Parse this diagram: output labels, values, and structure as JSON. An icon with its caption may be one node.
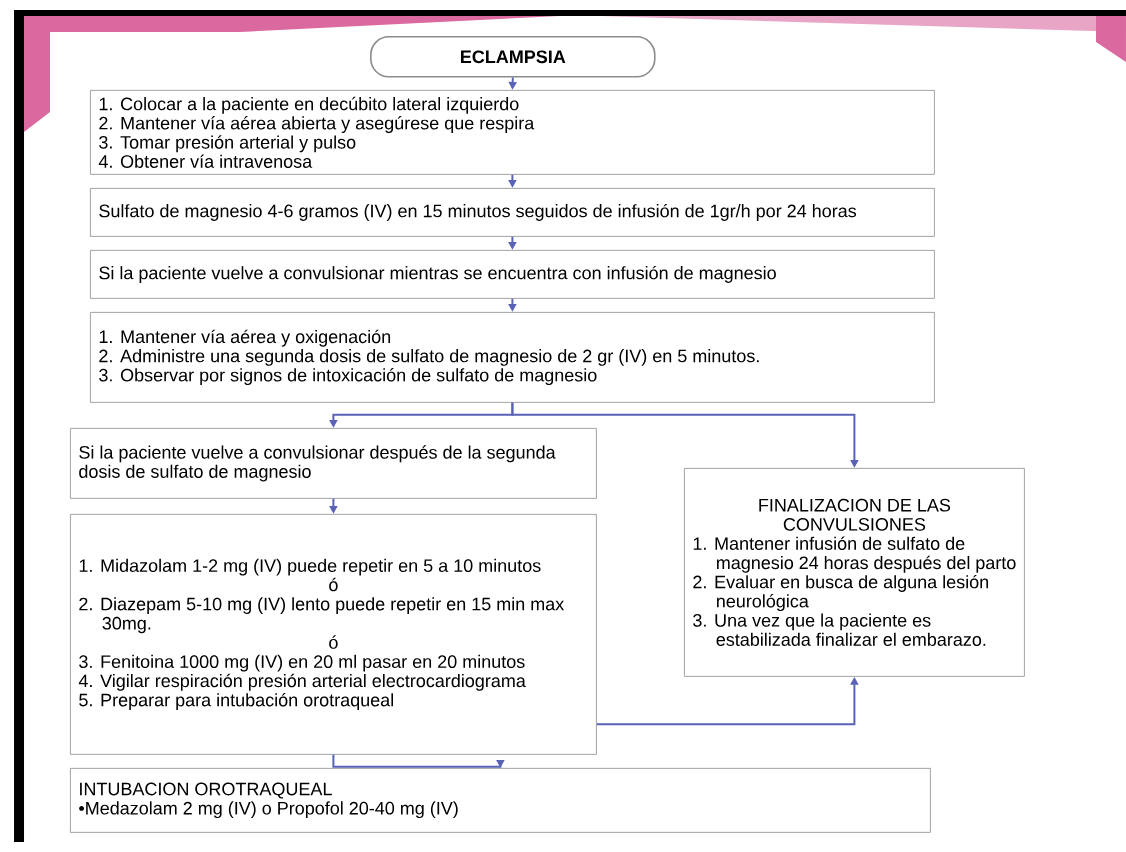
{
  "diagram": {
    "nodes": [
      {
        "text": [
          "ECLAMPSIA"
        ]
      },
      {
        "text": [
          "1. Colocar a la paciente en decúbito lateral izquierdo",
          "2. Mantener vía aérea abierta y asegúrese que respira",
          "3. Tomar presión arterial y pulso",
          "4. Obtener vía intravenosa"
        ]
      },
      {
        "text": [
          "Sulfato de magnesio 4-6 gramos (IV) en 15 minutos seguidos de infusión de 1gr/h por 24 horas"
        ]
      },
      {
        "text": [
          "Si la paciente vuelve a convulsionar mientras se encuentra con infusión de magnesio"
        ]
      },
      {
        "text": [
          "1. Mantener vía aérea y oxigenación",
          "2. Administre una segunda dosis de sulfato de magnesio de 2 gr (IV) en 5 minutos.",
          "3. Observar por signos de intoxicación de sulfato de magnesio"
        ]
      },
      {
        "text": [
          "Si la paciente vuelve a convulsionar después de la segunda dosis de sulfato de magnesio"
        ]
      },
      {
        "text": [
          "1. Midazolam 1-2 mg (IV) puede repetir en 5 a 10 minutos",
          "ó",
          "2. Diazepam 5-10 mg (IV) lento puede repetir en 15 min max 30mg.",
          "ó",
          "3. Fenitoina 1000 mg (IV) en 20 ml pasar en 20 minutos",
          "4. Vigilar respiración presión arterial electrocardiograma",
          "5. Preparar para intubación orotraqueal"
        ]
      },
      {
        "text": [
          "FINALIZACION DE LAS CONVULSIONES",
          "1. Mantener infusión de sulfato de magnesio 24 horas después del parto",
          "2. Evaluar en busca de alguna lesión neurológica",
          "3. Una vez que la paciente es estabilizada finalizar el embarazo."
        ]
      },
      {
        "text": [
          "INTUBACION OROTRAQUEAL",
          "•Medazolam 2 mg (IV) o Propofol 20-40 mg (IV)"
        ]
      }
    ],
    "edges": [
      {
        "from": 0,
        "to": 1,
        "arrow": "to"
      },
      {
        "from": 1,
        "to": 2,
        "arrow": "to"
      },
      {
        "from": 2,
        "to": 3,
        "arrow": "to"
      },
      {
        "from": 3,
        "to": 4,
        "arrow": "to"
      },
      {
        "from": 4,
        "to": 5,
        "arrow": "to"
      },
      {
        "from": 4,
        "to": 7,
        "arrow": "to"
      },
      {
        "from": 5,
        "to": 6,
        "arrow": "to"
      },
      {
        "from": 6,
        "to": 8,
        "arrow": "to"
      },
      {
        "from": 6,
        "to": 7,
        "arrow": "to"
      }
    ]
  }
}
